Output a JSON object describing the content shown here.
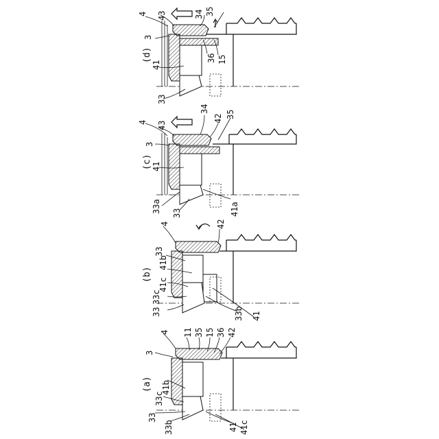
{
  "figure": {
    "panels": [
      {
        "id": "d",
        "title": "(d)",
        "labels": [
          "4",
          "43",
          "34",
          "35",
          "3",
          "36",
          "15",
          "41",
          "33"
        ]
      },
      {
        "id": "c",
        "title": "(c)",
        "labels": [
          "4",
          "43",
          "34",
          "42",
          "35",
          "3",
          "41",
          "33a",
          "33",
          "41a"
        ]
      },
      {
        "id": "b",
        "title": "(b)",
        "labels": [
          "4",
          "42",
          "33",
          "41b",
          "41c",
          "33c",
          "33",
          "33b",
          "41"
        ]
      },
      {
        "id": "a",
        "title": "(a)",
        "labels": [
          "4",
          "11",
          "35",
          "15",
          "36",
          "42",
          "3",
          "41b",
          "33c",
          "33",
          "33b",
          "41",
          "41c"
        ]
      }
    ]
  }
}
